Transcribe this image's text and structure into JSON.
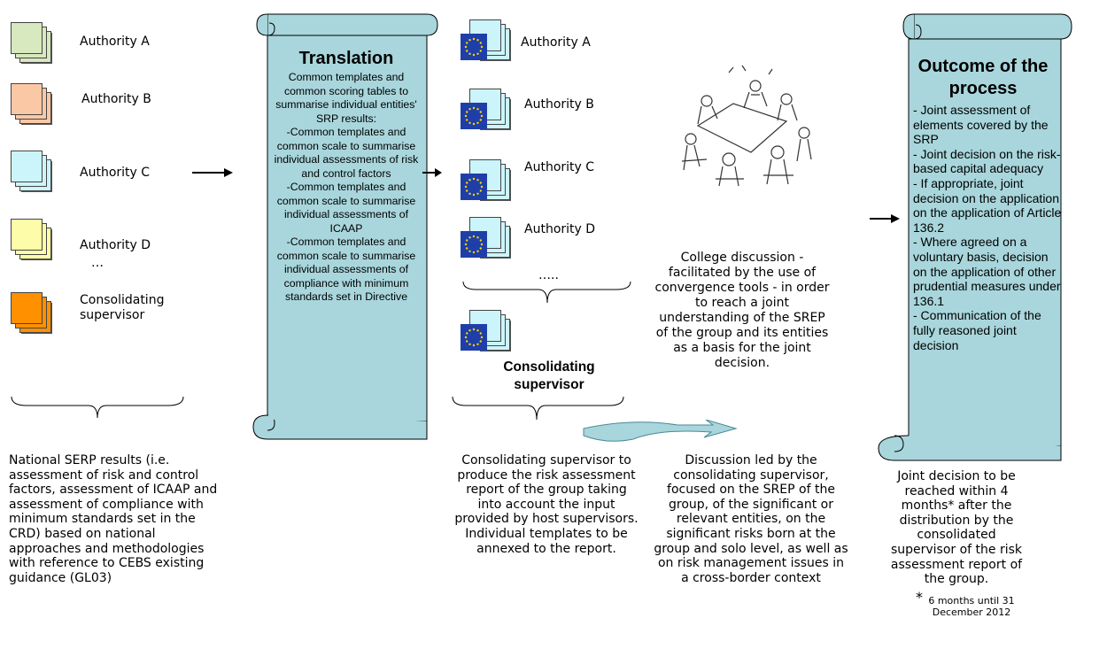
{
  "left_authorities": [
    {
      "label": "Authority A",
      "color": "#d8e8bf"
    },
    {
      "label": "Authority B",
      "color": "#fbc8a5"
    },
    {
      "label": "Authority C",
      "color": "#ccf5fb"
    },
    {
      "label": "Authority D",
      "color": "#fdfca9"
    },
    {
      "label": "Consolidating supervisor",
      "color": "#ff9000"
    }
  ],
  "left_ellipsis": "…",
  "left_caption": "National SERP results (i.e. assessment of risk and control factors, assessment of ICAAP and assessment of compliance with minimum standards set in the CRD) based on national approaches and methodologies with reference to CEBS existing guidance (GL03)",
  "translation": {
    "title": "Translation",
    "body": "Common templates and common scoring tables to summarise individual entities' SRP results:\n-Common templates and common scale to summarise  individual assessments of risk and control factors\n-Common templates and common scale to summarise  individual assessments of ICAAP\n-Common templates and common scale to summarise individual assessments of compliance with minimum standards set in Directive"
  },
  "mid_authorities": [
    {
      "label": "Authority A"
    },
    {
      "label": "Authority B"
    },
    {
      "label": "Authority C"
    },
    {
      "label": "Authority D"
    }
  ],
  "mid_ellipsis": "…..",
  "mid_consolidating": "Consolidating supervisor",
  "mid_caption": "Consolidating supervisor to produce the risk assessment report of the group taking into account the input provided by host supervisors. Individual templates to be annexed to the report.",
  "college_text": "College discussion - facilitated by the use of convergence tools - in order to reach a joint understanding of the SREP of the group and its entities as a basis for the joint decision.",
  "discussion_caption": "Discussion led by the consolidating supervisor, focused on the SREP of the group, of the significant or relevant entities, on the significant risks born at the group and solo level, as well as on risk management issues in a cross-border context",
  "outcome": {
    "title": "Outcome of the process",
    "items": [
      "- Joint assessment of elements covered by the SRP",
      "- Joint decision on the risk-based capital adequacy",
      "- If appropriate, joint decision on the application on the application of Article 136.2",
      "- Where agreed on a voluntary basis, decision on the application of other prudential measures under 136.1",
      "- Communication of the fully reasoned joint decision"
    ]
  },
  "outcome_caption": "Joint decision to be reached within 4 months* after the distribution by the consolidated supervisor of the risk assessment report of the group.",
  "footnote_star": "*",
  "footnote_text": "6 months until 31 December 2012",
  "colors": {
    "scroll_fill": "#a8d6dc",
    "flag_blue": "#1f3fa8",
    "flag_star": "#ffd200"
  }
}
